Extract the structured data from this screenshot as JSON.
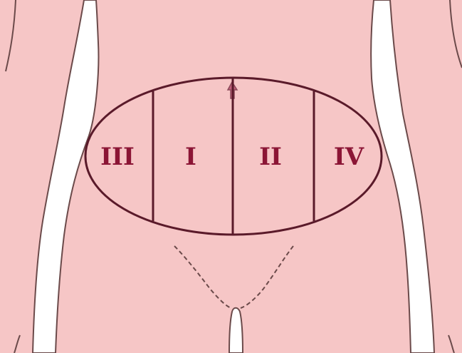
{
  "diagram": {
    "regions": [
      {
        "id": "III",
        "label": "III"
      },
      {
        "id": "I",
        "label": "I"
      },
      {
        "id": "II",
        "label": "II"
      },
      {
        "id": "IV",
        "label": "IV"
      }
    ]
  },
  "colors": {
    "skin": "#f6c6c6",
    "outline": "#6b4a4a",
    "ellipse_stroke": "#5a1a2a",
    "label": "#8b1535",
    "background": "#ffffff"
  }
}
